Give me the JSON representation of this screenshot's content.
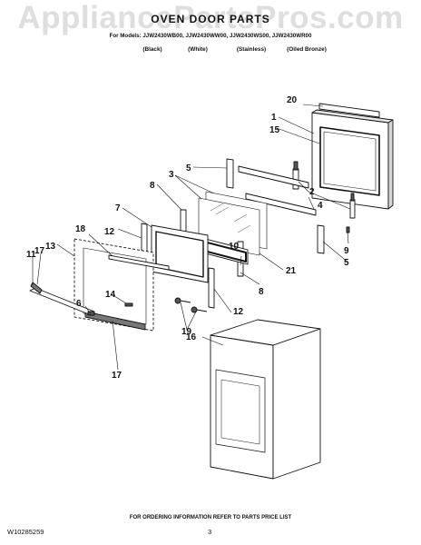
{
  "watermark": "AppliancePartsPros.com",
  "header": {
    "title": "OVEN DOOR PARTS",
    "models_line": "For Models: JJW2430WB00, JJW2430WW00, JJW2430WS00, JJW2430WR00",
    "finishes": [
      "(Black)",
      "(White)",
      "(Stainless)",
      "(Oiled Bronze)"
    ]
  },
  "callouts": {
    "c1": "1",
    "c2": "2",
    "c3": "3",
    "c4": "4",
    "c5a": "5",
    "c5b": "5",
    "c6": "6",
    "c7": "7",
    "c8a": "8",
    "c8b": "8",
    "c9": "9",
    "c10": "10",
    "c11": "11",
    "c12a": "12",
    "c12b": "12",
    "c13": "13",
    "c14": "14",
    "c15": "15",
    "c16": "16",
    "c17a": "17",
    "c17b": "17",
    "c18": "18",
    "c19": "19",
    "c20": "20",
    "c21": "21"
  },
  "footer": {
    "ordering_note": "FOR ORDERING INFORMATION REFER TO PARTS PRICE LIST",
    "doc_number": "W10285259",
    "page_number": "3"
  },
  "colors": {
    "line": "#111111",
    "part_fill": "#ffffff",
    "shade": "#c8c8c8",
    "watermark": "#c3c3c3"
  }
}
